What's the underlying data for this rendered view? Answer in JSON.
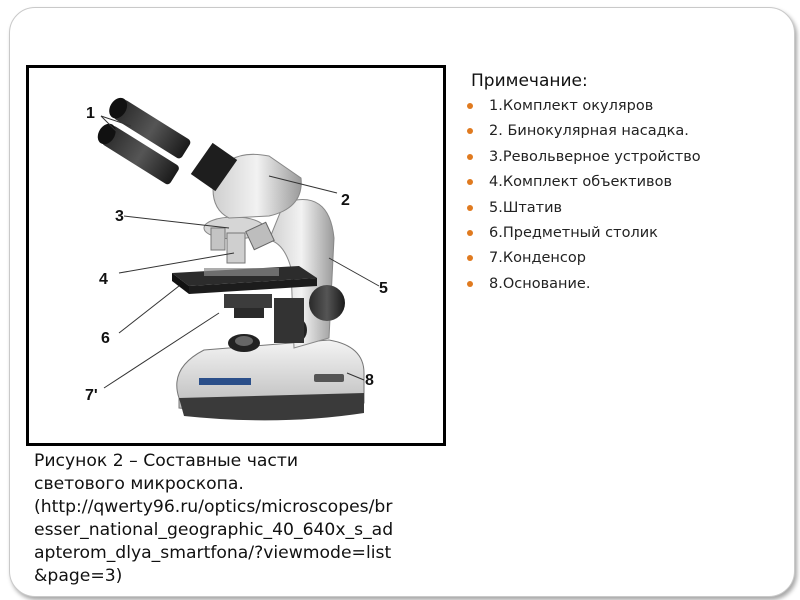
{
  "figure": {
    "alt": "Световой микроскоп",
    "callouts": [
      "1",
      "2",
      "3",
      "4",
      "5",
      "6",
      "7'",
      "8"
    ]
  },
  "note": {
    "title": "Примечание:",
    "items": [
      "1.Комплект окуляров",
      "2. Бинокулярная насадка.",
      "3.Револьверное устройство",
      "4.Комплект объективов",
      "5.Штатив",
      "6.Предметный столик",
      "7.Конденсор",
      "8.Основание."
    ],
    "bullet_color": "#e07a1f"
  },
  "caption": {
    "title": "Рисунок 2 – Составные части светового микроскопа.",
    "url": "(http://qwerty96.ru/optics/microscopes/bresser_national_geographic_40_640x_s_adapterom_dlya_smartfona/?viewmode=list&page=3)"
  }
}
